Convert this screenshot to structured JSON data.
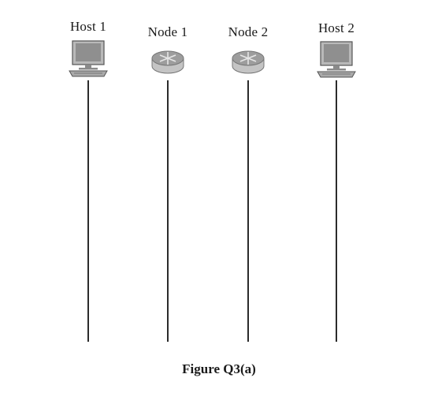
{
  "diagram": {
    "nodes": [
      {
        "label": "Host 1",
        "icon": "computer-icon"
      },
      {
        "label": "Node 1",
        "icon": "router-icon"
      },
      {
        "label": "Node 2",
        "icon": "router-icon"
      },
      {
        "label": "Host 2",
        "icon": "computer-icon"
      }
    ],
    "caption": "Figure Q3(a)"
  }
}
